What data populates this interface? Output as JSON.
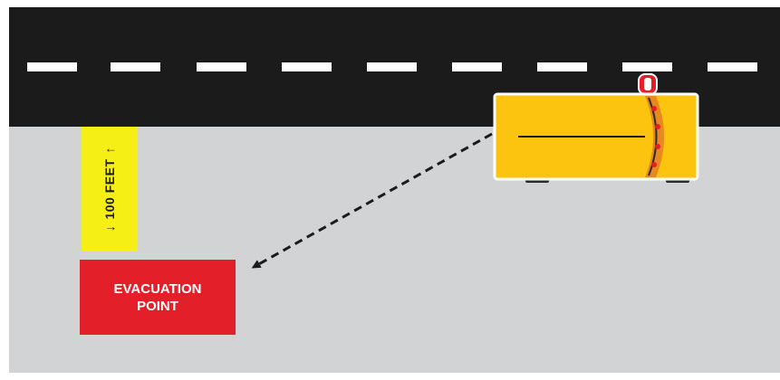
{
  "distance_label": {
    "text": "100 FEET",
    "arrow_left": "↓",
    "arrow_right": "↑"
  },
  "evacuation_point": {
    "line1": "EVACUATION",
    "line2": "POINT"
  },
  "colors": {
    "road": "#1b1b1b",
    "lane_marking": "#ffffff",
    "ground": "#d2d3d5",
    "bus_body": "#fcc30f",
    "evacuation_box": "#e3202a",
    "distance_marker": "#f6ef16",
    "flashing_light": "#e3202a"
  },
  "icons": [
    "school-bus-icon",
    "dashed-arrow-icon"
  ]
}
